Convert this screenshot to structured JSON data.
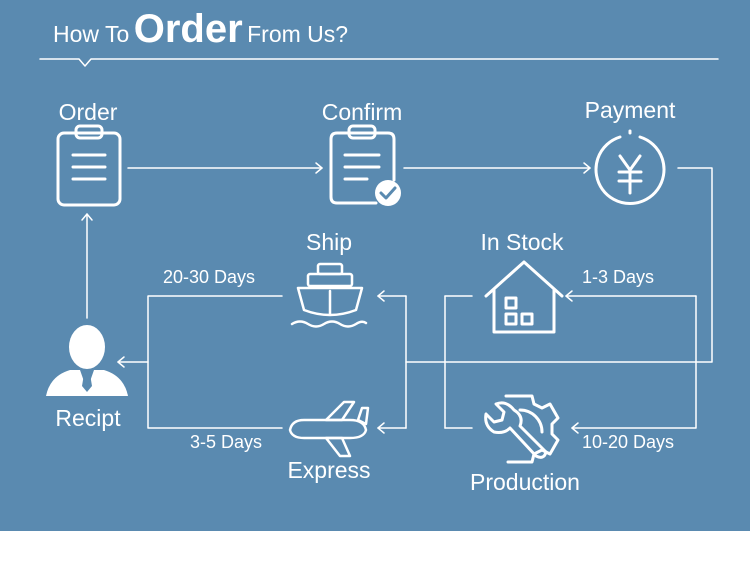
{
  "title": {
    "prefix": "How To",
    "emphasis": "Order",
    "suffix": "From Us?"
  },
  "steps": {
    "order": "Order",
    "confirm": "Confirm",
    "payment": "Payment",
    "ship": "Ship",
    "in_stock": "In Stock",
    "express": "Express",
    "production": "Production",
    "receipt": "Recipt"
  },
  "durations": {
    "ship": "20-30 Days",
    "express": "3-5 Days",
    "in_stock": "1-3 Days",
    "production": "10-20 Days"
  },
  "icons": {
    "order": "clipboard-icon",
    "confirm": "clipboard-check-icon",
    "payment": "yen-coin-icon",
    "ship": "ship-icon",
    "in_stock": "house-icon",
    "express": "airplane-icon",
    "production": "gear-wrench-icon",
    "receipt": "customer-avatar-icon"
  },
  "colors": {
    "background": "#5a8ab0",
    "foreground": "#ffffff"
  }
}
